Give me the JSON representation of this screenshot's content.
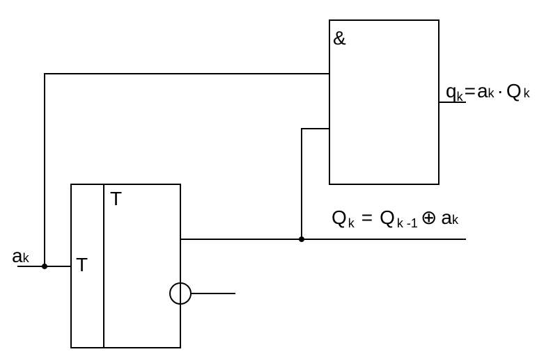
{
  "and_gate": {
    "symbol": "&"
  },
  "trigger": {
    "header_label": "T",
    "input_label": "T"
  },
  "input_signal": {
    "base": "a",
    "sub": "k"
  },
  "output_q": {
    "q_base": "q",
    "q_sub": "k",
    "equals": "=",
    "a_base": "a",
    "a_sub": "k",
    "dot": "·",
    "Q_base": "Q",
    "Q_sub": "k"
  },
  "output_Q": {
    "Q_base": "Q",
    "Q_sub": "k",
    "equals": "=",
    "Qprev_base": "Q",
    "Qprev_sub": "k -1",
    "xor_symbol": "⊕",
    "a_base": "a",
    "a_sub": "k"
  }
}
